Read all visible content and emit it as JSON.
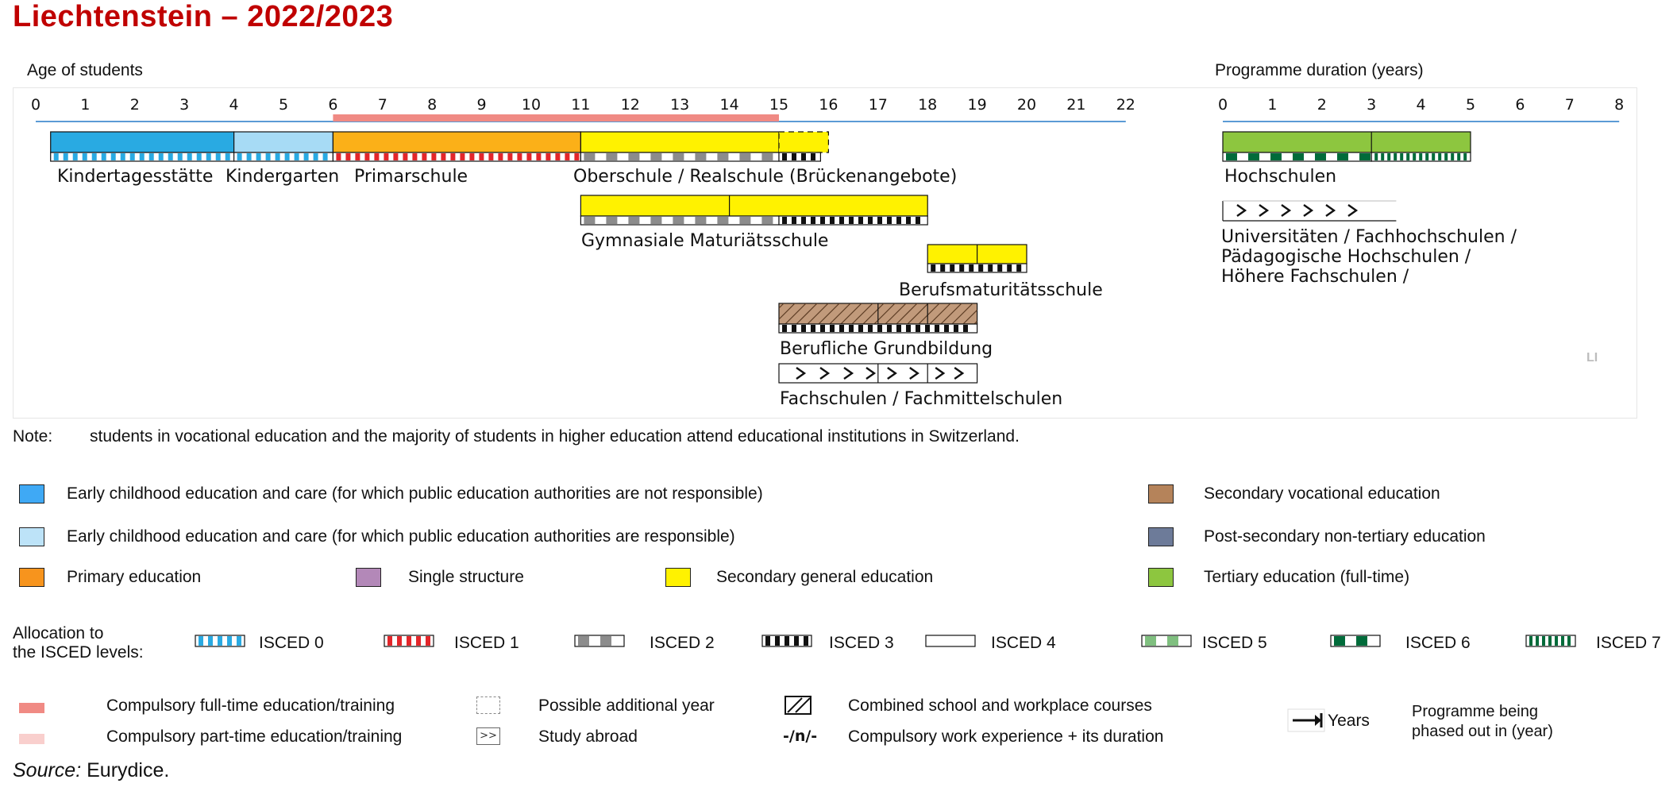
{
  "title": "Liechtenstein – 2022/2023",
  "age_axis": {
    "label": "Age of students",
    "ticks": [
      "0",
      "1",
      "2",
      "3",
      "4",
      "5",
      "6",
      "7",
      "8",
      "9",
      "10",
      "11",
      "12",
      "13",
      "14",
      "15",
      "16",
      "17",
      "18",
      "19",
      "20",
      "21",
      "22"
    ]
  },
  "duration_axis": {
    "label": "Programme duration (years)",
    "ticks": [
      "0",
      "1",
      "2",
      "3",
      "4",
      "5",
      "6",
      "7",
      "8"
    ]
  },
  "compulsory_fulltime": {
    "from_age": 6,
    "to_age": 15
  },
  "programmes": [
    {
      "name": "Kindertagesstätte",
      "from_age": 0.3,
      "to_age": 4,
      "isced": "ISCED 0",
      "category": "ecec_not_responsible",
      "color": "#29aae2"
    },
    {
      "name": "Kindergarten",
      "from_age": 4,
      "to_age": 6,
      "isced": "ISCED 0",
      "category": "ecec_responsible",
      "color": "#a7dbf5"
    },
    {
      "name": "Primarschule",
      "from_age": 6,
      "to_age": 11,
      "isced": "ISCED 1",
      "category": "primary",
      "color": "#fbb018"
    },
    {
      "name": "Oberschule / Realschule",
      "from_age": 11,
      "to_age": 15,
      "isced": "ISCED 2",
      "category": "secondary_general",
      "color": "#fff200"
    },
    {
      "name": "(Brückenangebote)",
      "from_age": 15,
      "to_age": 16,
      "isced": "ISCED 3",
      "category": "secondary_general",
      "possible_additional_year": true,
      "color": "#fff200"
    },
    {
      "name": "Gymnasiale Maturiätsschule",
      "from_age": 11,
      "to_age": 18,
      "isced": "ISCED 2 / ISCED 3",
      "category": "secondary_general",
      "color": "#fff200"
    },
    {
      "name": "Berufsmaturitätsschule",
      "from_age": 18,
      "to_age": 20,
      "isced": "ISCED 3",
      "category": "secondary_general",
      "color": "#fff200"
    },
    {
      "name": "Berufliche Grundbildung",
      "from_age": 15,
      "to_age": 19,
      "isced": "ISCED 3",
      "category": "secondary_vocational",
      "combined_school_workplace": true,
      "color": "#c19a7b"
    },
    {
      "name": "Fachschulen / Fachmittelschulen",
      "from_age": 15,
      "to_age": 19,
      "isced": "",
      "category": "study_abroad"
    }
  ],
  "tertiary": [
    {
      "name": "Hochschulen",
      "from_year": 0,
      "to_year": 5,
      "isced": "ISCED 6 / ISCED 7",
      "category": "tertiary",
      "color": "#8dc63f"
    },
    {
      "name": "Universitäten / Fachhochschulen / Pädagogische Hochschulen / Höhere Fachschulen /",
      "name_lines": [
        "Universitäten / Fachhochschulen /",
        "Pädagogische Hochschulen /",
        "Höhere Fachschulen /"
      ],
      "from_year": 0,
      "to_year": 3.5,
      "category": "study_abroad"
    }
  ],
  "country_code": "LI",
  "note": {
    "label": "Note:",
    "text": "students in vocational education and the majority of students in higher education attend educational institutions in Switzerland."
  },
  "legend": {
    "categories": [
      {
        "label": "Early childhood education and care (for which public education authorities are not responsible)",
        "color": "#3fa9f5"
      },
      {
        "label": "Early childhood education and care (for which public education authorities are responsible)",
        "color": "#bde3f8"
      },
      {
        "label": "Primary education",
        "color": "#f7941d"
      },
      {
        "label": "Single structure",
        "color": "#b388b8"
      },
      {
        "label": "Secondary general education",
        "color": "#fff200"
      },
      {
        "label": "Secondary vocational education",
        "color": "#b5835a"
      },
      {
        "label": "Post-secondary non-tertiary education",
        "color": "#6d7b99"
      },
      {
        "label": "Tertiary education (full-time)",
        "color": "#8dc63f"
      }
    ],
    "allocation_label_lines": [
      "Allocation to",
      "the ISCED levels:"
    ],
    "isced": [
      {
        "label": "ISCED 0",
        "color": "#29aae2"
      },
      {
        "label": "ISCED 1",
        "color": "#e3262a"
      },
      {
        "label": "ISCED 2",
        "color": "#8c8c8c"
      },
      {
        "label": "ISCED 3",
        "color": "#111111"
      },
      {
        "label": "ISCED 4",
        "color": "#ffffff"
      },
      {
        "label": "ISCED 5",
        "color": "#7fbf7f"
      },
      {
        "label": "ISCED 6",
        "color": "#006b3a"
      },
      {
        "label": "ISCED 7",
        "color": "#006b3a"
      }
    ],
    "other": [
      {
        "label": "Compulsory full-time education/training",
        "color": "#f08a84"
      },
      {
        "label": "Compulsory part-time education/training",
        "color": "#f9cfcd"
      },
      {
        "label": "Possible additional year"
      },
      {
        "label": "Study abroad",
        "symbol": ">>"
      },
      {
        "label": "Combined school and workplace courses"
      },
      {
        "label": "Compulsory work experience + its duration",
        "symbol": "-/n/-"
      },
      {
        "label": "Years"
      },
      {
        "label_lines": [
          "Programme being",
          "phased out in (year)"
        ]
      }
    ]
  },
  "source": {
    "label": "Source:",
    "text": "Eurydice."
  }
}
